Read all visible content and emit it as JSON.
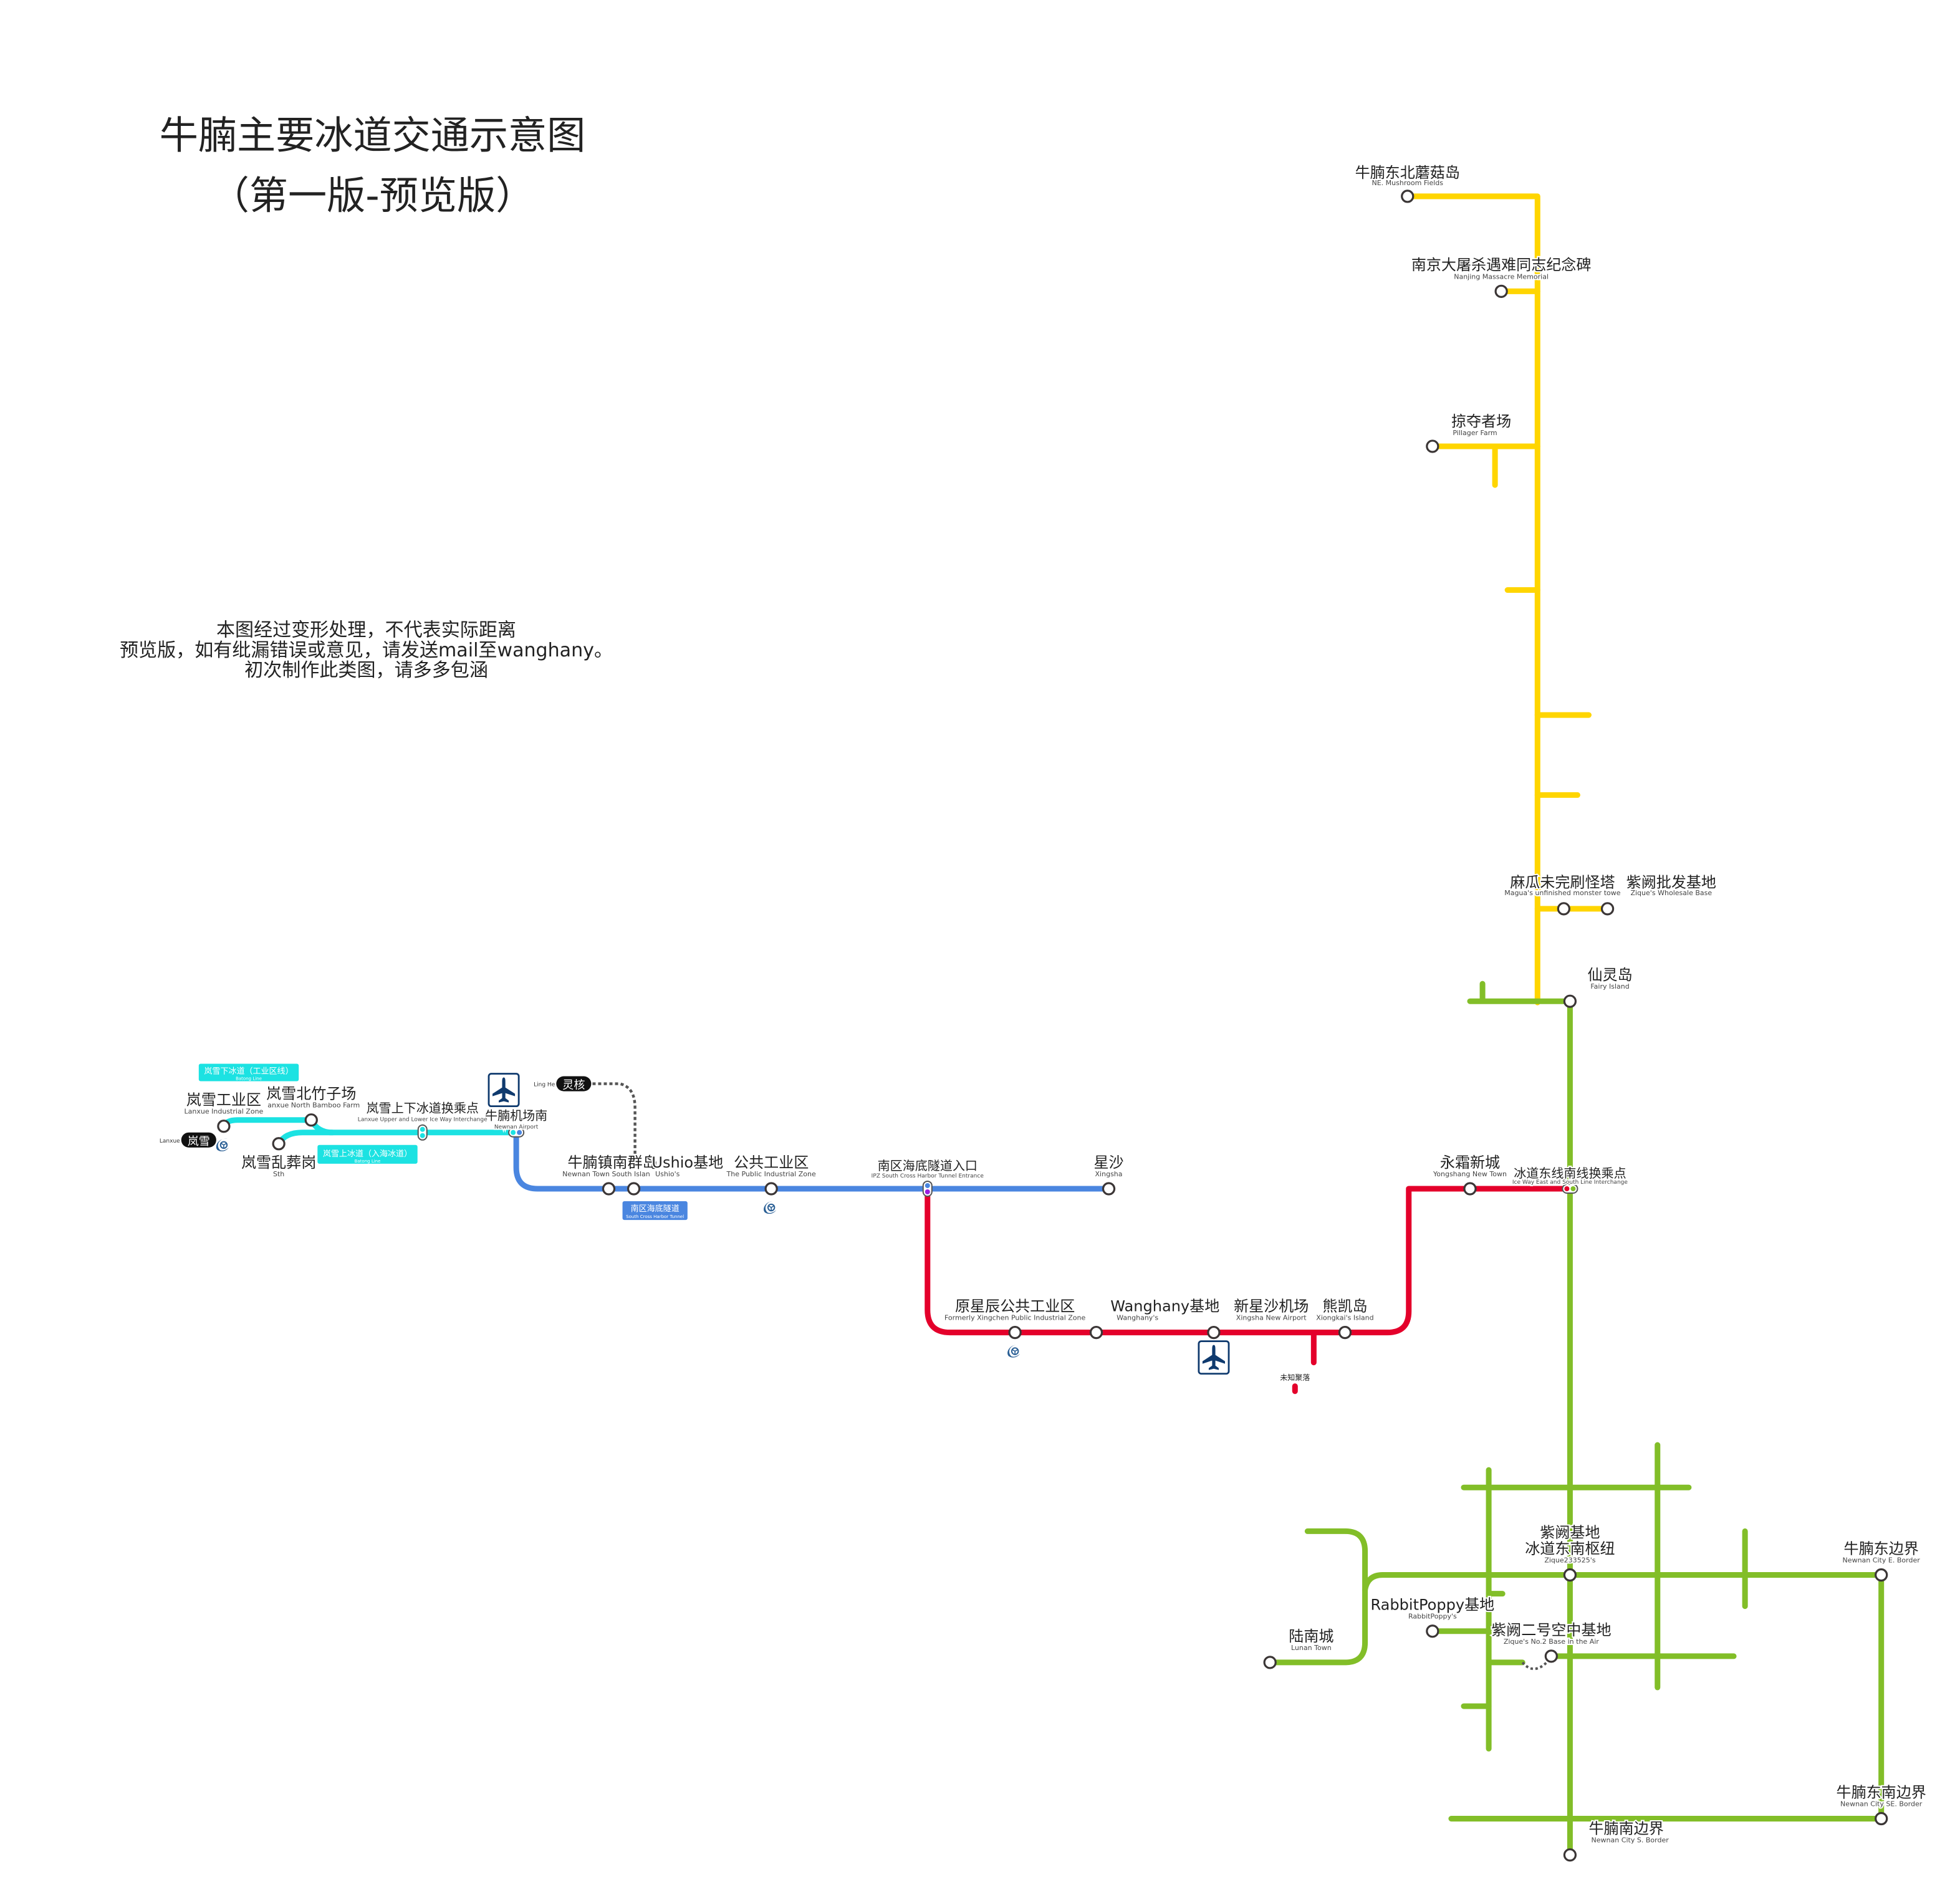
{
  "title": {
    "line1": "牛腩主要冰道交通示意图",
    "line2": "（第一版-预览版）"
  },
  "notes": [
    "本图经过变形处理，不代表实际距离",
    "预览版，如有纰漏错误或意见，请发送mail至wanghany。",
    "初次制作此类图，请多多包涵"
  ],
  "colors": {
    "yellow_line": "#FFD500",
    "green_line": "#82BE28",
    "red_line": "#E4002B",
    "blue_line": "#4A86E0",
    "cyan_line": "#1CE2E2",
    "station_outline": "#3B3636",
    "airport_icon": "#0F3A6E"
  },
  "stations": [
    {
      "zh": "牛腩东北蘑菇岛",
      "en": "NE. Mushroom Fields"
    },
    {
      "zh": "南京大屠杀遇难同志纪念碑",
      "en": "Nanjing Massacre Memorial"
    },
    {
      "zh": "掠夺者场",
      "en": "Pillager Farm"
    },
    {
      "zh": "麻瓜未完刷怪塔",
      "en": "Magua's unfinished monster towe"
    },
    {
      "zh": "紫阙批发基地",
      "en": "Zique's Wholesale Base"
    },
    {
      "zh": "仙灵岛",
      "en": "Fairy Island"
    },
    {
      "zh": "冰道东线南线换乘点",
      "en": "Ice Way East and South Line Interchange"
    },
    {
      "zh": "紫阙基地",
      "zh2": "冰道东南枢纽",
      "en": "Zique233525's"
    },
    {
      "zh": "牛腩东边界",
      "en": "Newnan City E. Border"
    },
    {
      "zh": "RabbitPoppy基地",
      "en": "RabbitPoppy's"
    },
    {
      "zh": "紫阙二号空中基地",
      "en": "Zique's No.2 Base in the Air"
    },
    {
      "zh": "陆南城",
      "en": "Lunan Town"
    },
    {
      "zh": "牛腩东南边界",
      "en": "Newnan City SE. Border"
    },
    {
      "zh": "牛腩南边界",
      "en": "Newnan City S. Border"
    },
    {
      "zh": "永霜新城",
      "en": "Yongshang New Town"
    },
    {
      "zh": "原星辰公共工业区",
      "en": "Formerly Xingchen Public Industrial Zone"
    },
    {
      "zh": "Wanghany基地",
      "en": "Wanghany's"
    },
    {
      "zh": "新星沙机场",
      "en": "Xingsha New Airport"
    },
    {
      "zh": "熊凯岛",
      "en": "Xiongkai's Island"
    },
    {
      "zh": "未知聚落"
    },
    {
      "zh": "牛腩镇南群岛",
      "en": "Newnan Town South Islan"
    },
    {
      "zh": "Ushio基地",
      "en": "Ushio's"
    },
    {
      "zh": "公共工业区",
      "en": "The Public Industrial Zone"
    },
    {
      "zh": "南区海底隧道入口",
      "en": "IPZ South Cross Harbor Tunnel Entrance"
    },
    {
      "zh": "星沙",
      "en": "Xingsha"
    },
    {
      "zh": "岚雪工业区",
      "en": "Lanxue Industrial Zone"
    },
    {
      "zh": "岚雪北竹子场",
      "en": "anxue North Bamboo Farm"
    },
    {
      "zh": "岚雪上下冰道换乘点",
      "en": "Lanxue Upper and Lower Ice Way Interchange"
    },
    {
      "zh": "牛腩机场南",
      "en": "Newnan Airport"
    },
    {
      "zh": "岚雪乱葬岗",
      "en": "Sth"
    }
  ],
  "line_badges": [
    {
      "zh": "岚雪下冰道（工业区线）",
      "en": "Batong Line",
      "color": "#1CE2E2"
    },
    {
      "zh": "岚雪上冰道（入海冰道）",
      "en": "Batong Line",
      "color": "#1CE2E2"
    },
    {
      "zh": "南区海底隧道",
      "en": "South Cross Harbor Tunnel",
      "color": "#4A86E0"
    }
  ],
  "transfer_tags": [
    {
      "en": "Ling He",
      "zh": "灵核"
    },
    {
      "en": "Lanxue",
      "zh": "岚雪"
    }
  ],
  "icons": [
    "airport-icon",
    "airport-icon",
    "swirl-logo-icon",
    "swirl-logo-icon",
    "swirl-logo-icon"
  ]
}
